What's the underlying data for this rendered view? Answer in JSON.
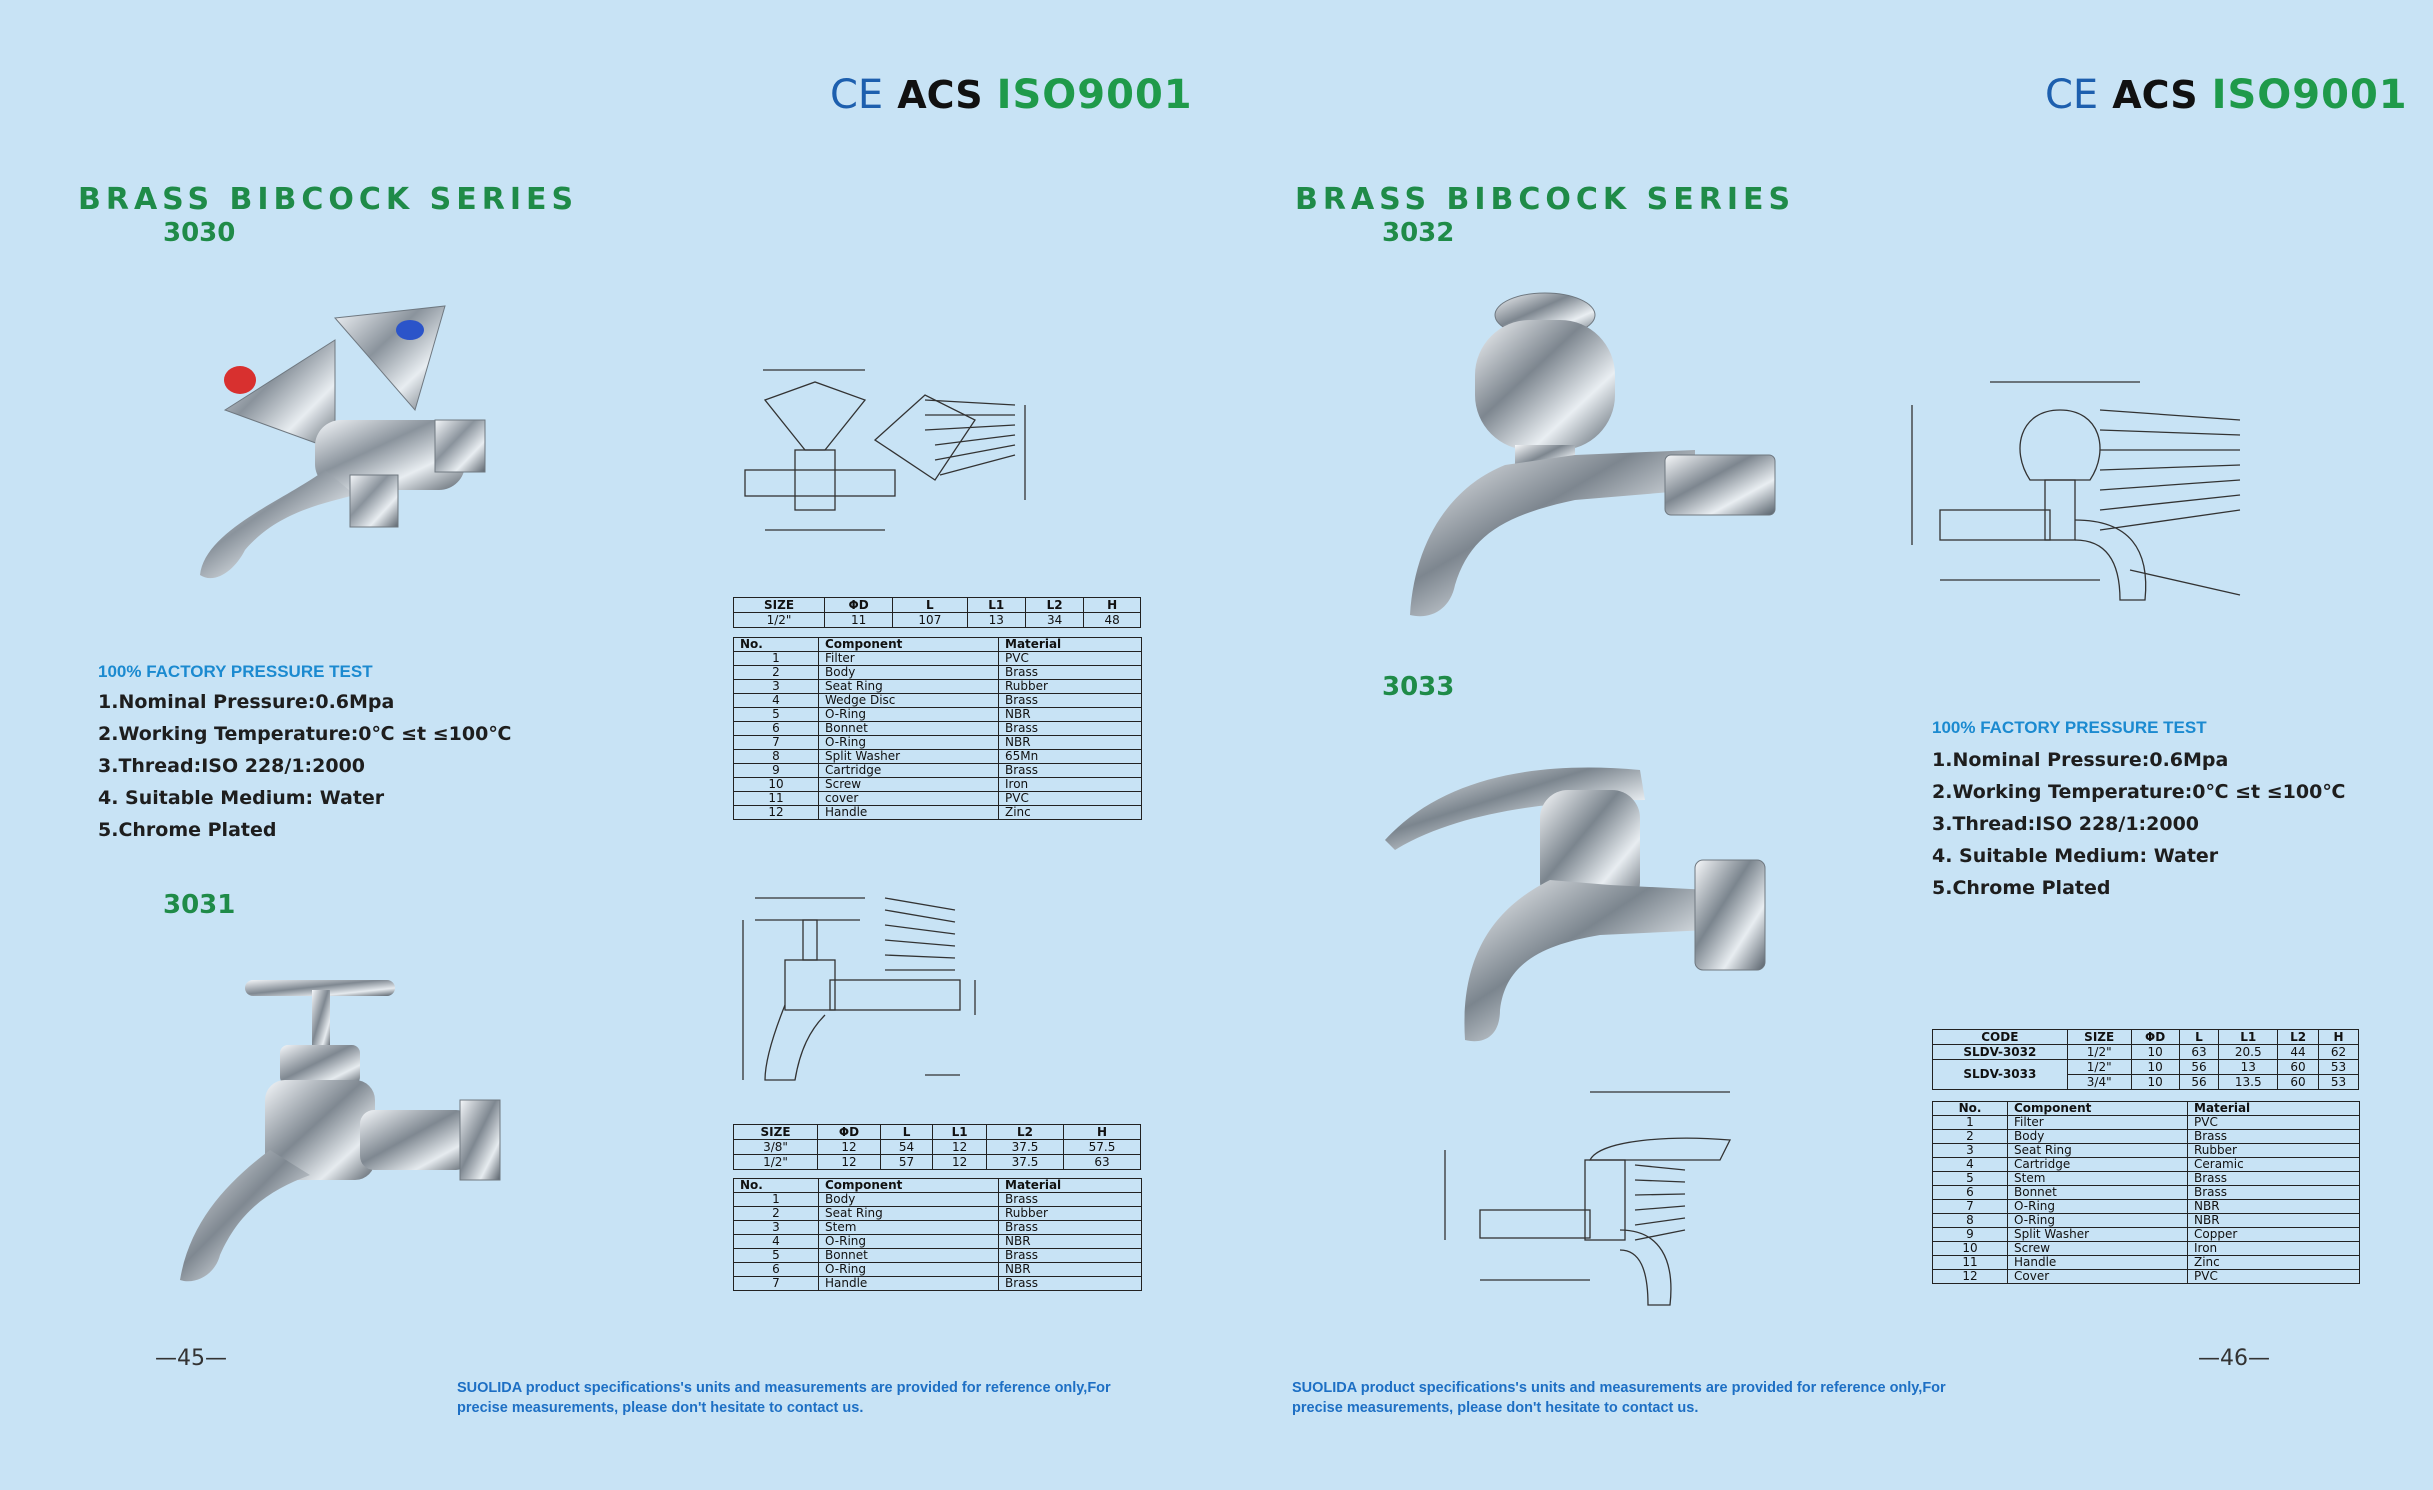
{
  "certifications": {
    "ce": "CE",
    "acs": "ACS",
    "iso": "ISO9001"
  },
  "left": {
    "series_title": "BRASS BIBCOCK SERIES",
    "model_a": "3030",
    "model_b": "3031",
    "spec_heading": "100% FACTORY PRESSURE TEST",
    "specs": [
      "1.Nominal Pressure:0.6Mpa",
      "2.Working Temperature:0℃ ≤t ≤100℃",
      "3.Thread:ISO 228/1:2000",
      "4. Suitable Medium: Water",
      "5.Chrome Plated"
    ],
    "page_number": "—45—",
    "table_3030_size": {
      "headers": [
        "SIZE",
        "ΦD",
        "L",
        "L1",
        "L2",
        "H"
      ],
      "rows": [
        [
          "1/2\"",
          "11",
          "107",
          "13",
          "34",
          "48"
        ]
      ]
    },
    "table_3030_components": {
      "headers": [
        "No.",
        "Component",
        "Material"
      ],
      "rows": [
        [
          "1",
          "Filter",
          "PVC"
        ],
        [
          "2",
          "Body",
          "Brass"
        ],
        [
          "3",
          "Seat Ring",
          "Rubber"
        ],
        [
          "4",
          "Wedge Disc",
          "Brass"
        ],
        [
          "5",
          "O-Ring",
          "NBR"
        ],
        [
          "6",
          "Bonnet",
          "Brass"
        ],
        [
          "7",
          "O-Ring",
          "NBR"
        ],
        [
          "8",
          "Split Washer",
          "65Mn"
        ],
        [
          "9",
          "Cartridge",
          "Brass"
        ],
        [
          "10",
          "Screw",
          "Iron"
        ],
        [
          "11",
          "cover",
          "PVC"
        ],
        [
          "12",
          "Handle",
          "Zinc"
        ]
      ]
    },
    "table_3031_size": {
      "headers": [
        "SIZE",
        "ΦD",
        "L",
        "L1",
        "L2",
        "H"
      ],
      "rows": [
        [
          "3/8\"",
          "12",
          "54",
          "12",
          "37.5",
          "57.5"
        ],
        [
          "1/2\"",
          "12",
          "57",
          "12",
          "37.5",
          "63"
        ]
      ]
    },
    "table_3031_components": {
      "headers": [
        "No.",
        "Component",
        "Material"
      ],
      "rows": [
        [
          "1",
          "Body",
          "Brass"
        ],
        [
          "2",
          "Seat Ring",
          "Rubber"
        ],
        [
          "3",
          "Stem",
          "Brass"
        ],
        [
          "4",
          "O-Ring",
          "NBR"
        ],
        [
          "5",
          "Bonnet",
          "Brass"
        ],
        [
          "6",
          "O-Ring",
          "NBR"
        ],
        [
          "7",
          "Handle",
          "Brass"
        ]
      ]
    }
  },
  "right": {
    "series_title": "BRASS BIBCOCK SERIES",
    "model_a": "3032",
    "model_b": "3033",
    "spec_heading": "100% FACTORY PRESSURE TEST",
    "specs": [
      "1.Nominal Pressure:0.6Mpa",
      "2.Working Temperature:0℃ ≤t ≤100℃",
      "3.Thread:ISO 228/1:2000",
      "4. Suitable Medium: Water",
      "5.Chrome Plated"
    ],
    "page_number": "—46—",
    "table_size": {
      "headers": [
        "CODE",
        "SIZE",
        "ΦD",
        "L",
        "L1",
        "L2",
        "H"
      ],
      "rows": [
        [
          "SLDV-3032",
          "1/2\"",
          "10",
          "63",
          "20.5",
          "44",
          "62"
        ],
        [
          "SLDV-3033",
          "1/2\"",
          "10",
          "56",
          "13",
          "60",
          "53"
        ],
        [
          "",
          "3/4\"",
          "10",
          "56",
          "13.5",
          "60",
          "53"
        ]
      ]
    },
    "table_components": {
      "headers": [
        "No.",
        "Component",
        "Material"
      ],
      "rows": [
        [
          "1",
          "Filter",
          "PVC"
        ],
        [
          "2",
          "Body",
          "Brass"
        ],
        [
          "3",
          "Seat Ring",
          "Rubber"
        ],
        [
          "4",
          "Cartridge",
          "Ceramic"
        ],
        [
          "5",
          "Stem",
          "Brass"
        ],
        [
          "6",
          "Bonnet",
          "Brass"
        ],
        [
          "7",
          "O-Ring",
          "NBR"
        ],
        [
          "8",
          "O-Ring",
          "NBR"
        ],
        [
          "9",
          "Split Washer",
          "Copper"
        ],
        [
          "10",
          "Screw",
          "Iron"
        ],
        [
          "11",
          "Handle",
          "Zinc"
        ],
        [
          "12",
          "Cover",
          "PVC"
        ]
      ]
    }
  },
  "footer": "SUOLIDA product specifications's units and measurements are provided for reference only,For precise measurements, please don't hesitate to contact us.",
  "colors": {
    "background": "#c8e3f5",
    "green_heading": "#1f8b48",
    "blue_heading": "#1b8ad0",
    "ce_blue": "#1d5fae"
  }
}
